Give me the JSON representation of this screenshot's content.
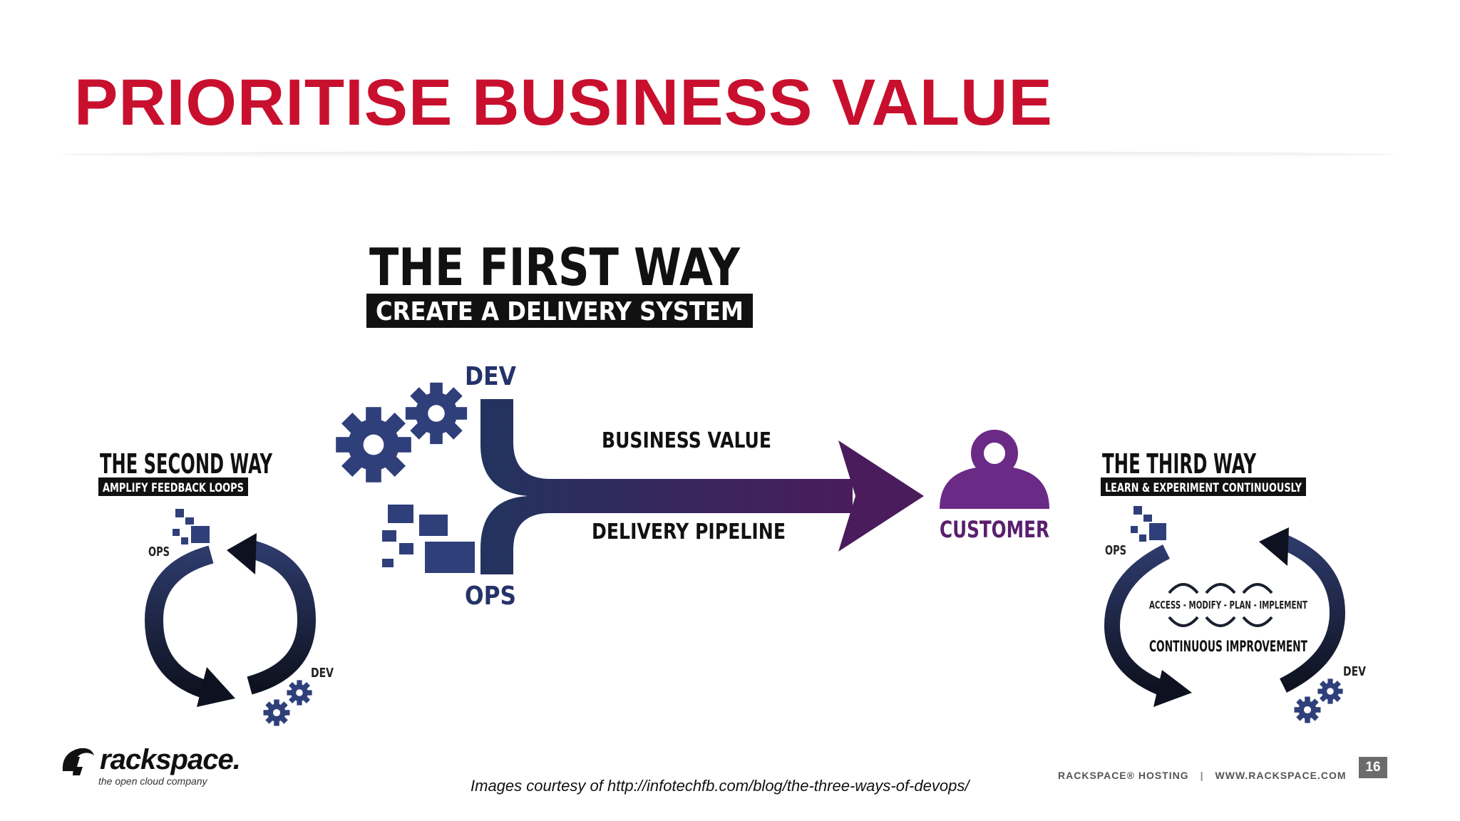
{
  "slide": {
    "title": "PRIORITISE BUSINESS VALUE",
    "page_number": "16",
    "credit": "Images courtesy of http://infotechfb.com/blog/the-three-ways-of-devops/"
  },
  "diagram": {
    "first_way": {
      "title": "THE FIRST WAY",
      "subtitle": "CREATE A DELIVERY SYSTEM",
      "dev_label": "DEV",
      "ops_label": "OPS",
      "arrow_top_label": "BUSINESS VALUE",
      "arrow_bottom_label": "DELIVERY PIPELINE",
      "customer_label": "CUSTOMER"
    },
    "second_way": {
      "title": "THE SECOND WAY",
      "subtitle": "AMPLIFY FEEDBACK LOOPS",
      "ops_label": "OPS",
      "dev_label": "DEV"
    },
    "third_way": {
      "title": "THE THIRD WAY",
      "subtitle": "LEARN & EXPERIMENT CONTINUOUSLY",
      "ops_label": "OPS",
      "dev_label": "DEV",
      "cycle_label": "ACCESS - MODIFY - PLAN - IMPLEMENT",
      "improvement_label": "CONTINUOUS IMPROVEMENT"
    },
    "colors": {
      "navy": "#1f2d5c",
      "purple": "#5a1f6e",
      "gear": "#2f3f7a",
      "dark": "#1a1f2e"
    }
  },
  "footer": {
    "logo_word": "rackspace.",
    "logo_tagline": "the open cloud company",
    "hosting": "RACKSPACE® HOSTING",
    "separator": "|",
    "website": "WWW.RACKSPACE.COM"
  }
}
